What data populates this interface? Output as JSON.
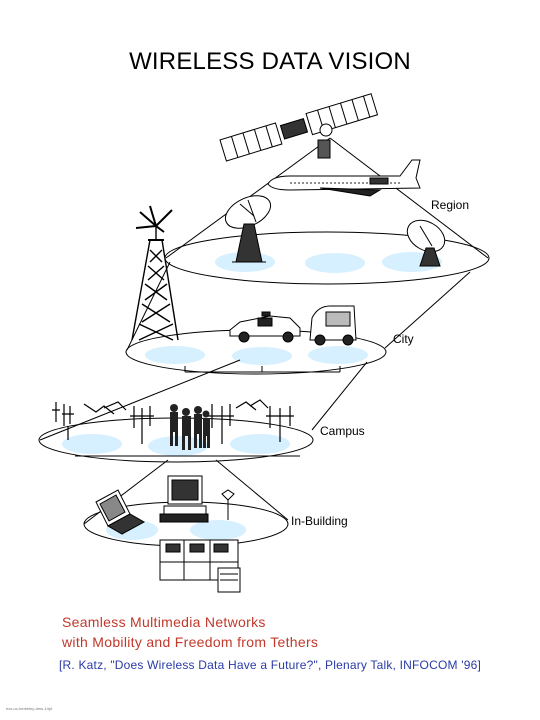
{
  "title": "WIRELESS DATA VISION",
  "tiers": {
    "region": "Region",
    "city": "City",
    "campus": "Campus",
    "building": "In-Building"
  },
  "tagline": {
    "line1": "Seamless Multimedia Networks",
    "line2": "with Mobility and Freedom from Tethers"
  },
  "citation": "[R. Katz, \"Does Wireless Data Have a Future?\", Plenary Talk, INFOCOM '96]",
  "footer": "ecs-uc-berkeley-dms-14pt",
  "colors": {
    "cell_fill": "#d6f0ff",
    "tagline": "#c0392b",
    "citation": "#2a3aa8"
  }
}
